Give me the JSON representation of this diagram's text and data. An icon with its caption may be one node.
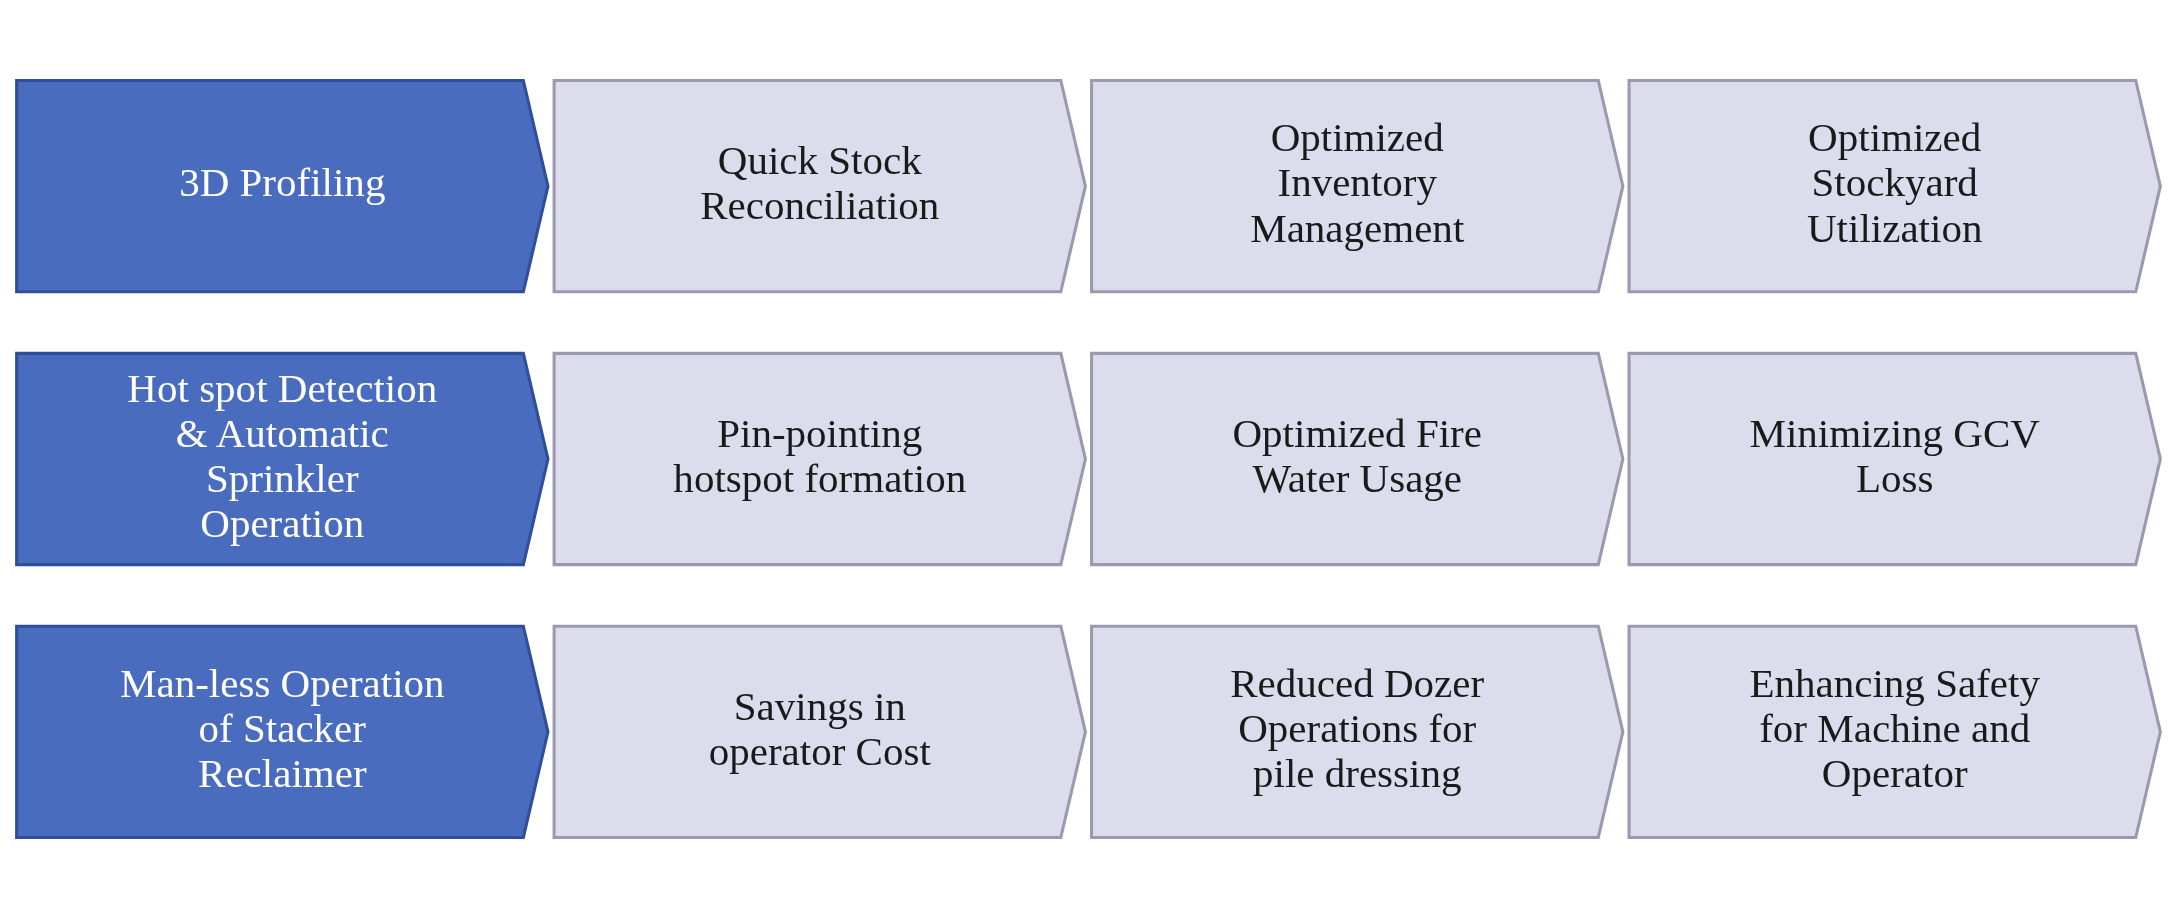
{
  "diagram": {
    "nodes": [
      {
        "text": [
          "3D Profiling"
        ]
      },
      {
        "text": [
          "Quick Stock Reconciliation"
        ]
      },
      {
        "text": [
          "Optimized Inventory Management"
        ]
      },
      {
        "text": [
          "Optimized Stockyard Utilization"
        ]
      },
      {
        "text": [
          "Hot spot Detection & Automatic Sprinkler Operation"
        ]
      },
      {
        "text": [
          "Pin-pointing hotspot formation"
        ]
      },
      {
        "text": [
          "Optimized Fire Water Usage"
        ]
      },
      {
        "text": [
          "Minimizing GCV Loss"
        ]
      },
      {
        "text": [
          "Man-less Operation of Stacker Reclaimer"
        ]
      },
      {
        "text": [
          "Savings in operator Cost"
        ]
      },
      {
        "text": [
          "Reduced Dozer Operations for pile dressing"
        ]
      },
      {
        "text": [
          "Enhancing Safety for Machine and Operator"
        ]
      }
    ]
  }
}
